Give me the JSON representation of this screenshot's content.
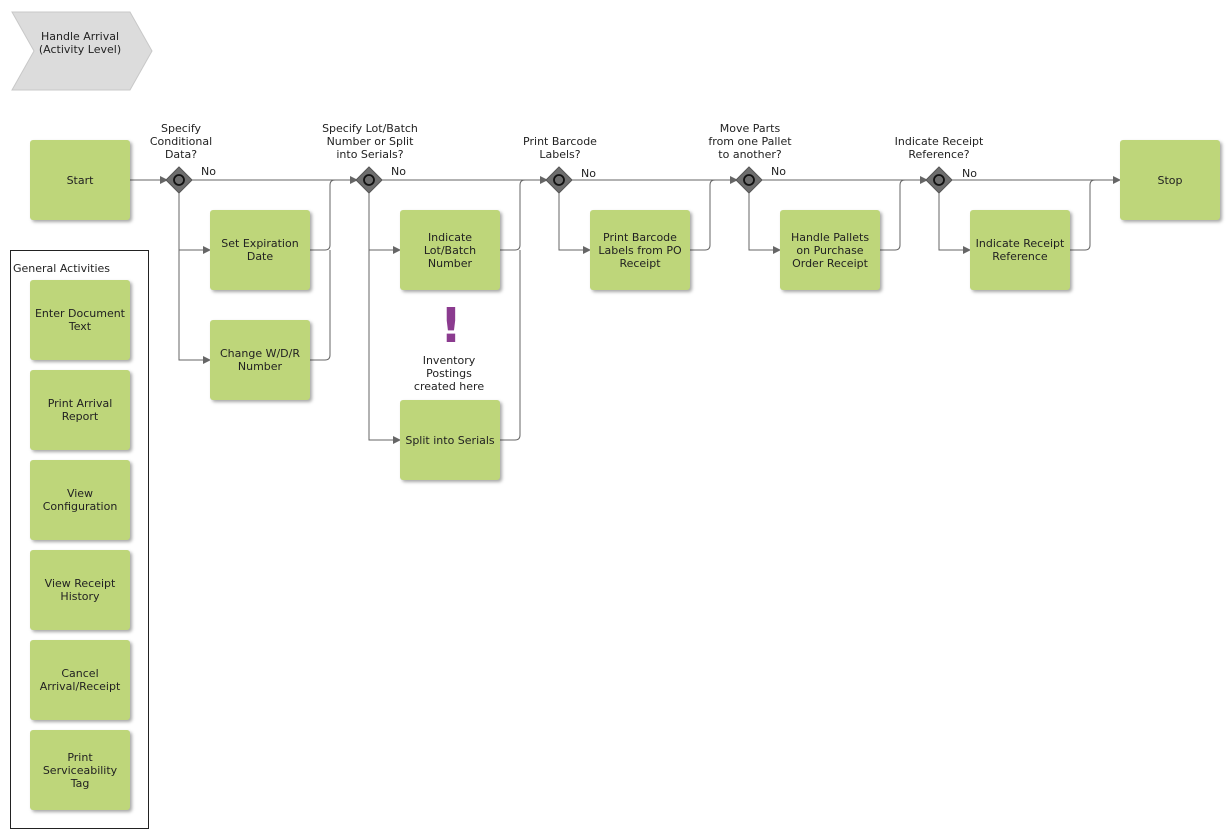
{
  "colors": {
    "box_fill": "#bed67a",
    "line": "#666666",
    "gateway": "#6e6e6e",
    "header": "#dcdcdc",
    "exclamation": "#8b3b8f"
  },
  "header": {
    "title": "Handle Arrival\n(Activity Level)"
  },
  "flow": {
    "start": "Start",
    "stop": "Stop",
    "no_label": "No",
    "gateways": [
      {
        "question": "Specify\nConditional\nData?"
      },
      {
        "question": "Specify Lot/Batch\nNumber or Split\ninto Serials?"
      },
      {
        "question": "Print Barcode\nLabels?"
      },
      {
        "question": "Move Parts\nfrom one Pallet\nto another?"
      },
      {
        "question": "Indicate Receipt\nReference?"
      }
    ],
    "activities": [
      {
        "label": "Set Expiration\nDate"
      },
      {
        "label": "Change W/D/R\nNumber"
      },
      {
        "label": "Indicate\nLot/Batch\nNumber"
      },
      {
        "label": "Split into Serials"
      },
      {
        "label": "Print Barcode\nLabels from PO\nReceipt"
      },
      {
        "label": "Handle Pallets\non Purchase\nOrder Receipt"
      },
      {
        "label": "Indicate Receipt\nReference"
      }
    ]
  },
  "annotation": {
    "icon": "exclamation-icon",
    "text": "Inventory\nPostings\ncreated here"
  },
  "general": {
    "title": "General Activities",
    "items": [
      {
        "label": "Enter Document\nText"
      },
      {
        "label": "Print Arrival\nReport"
      },
      {
        "label": "View\nConfiguration"
      },
      {
        "label": "View Receipt\nHistory"
      },
      {
        "label": "Cancel\nArrival/Receipt"
      },
      {
        "label": "Print\nServiceability\nTag"
      }
    ]
  }
}
